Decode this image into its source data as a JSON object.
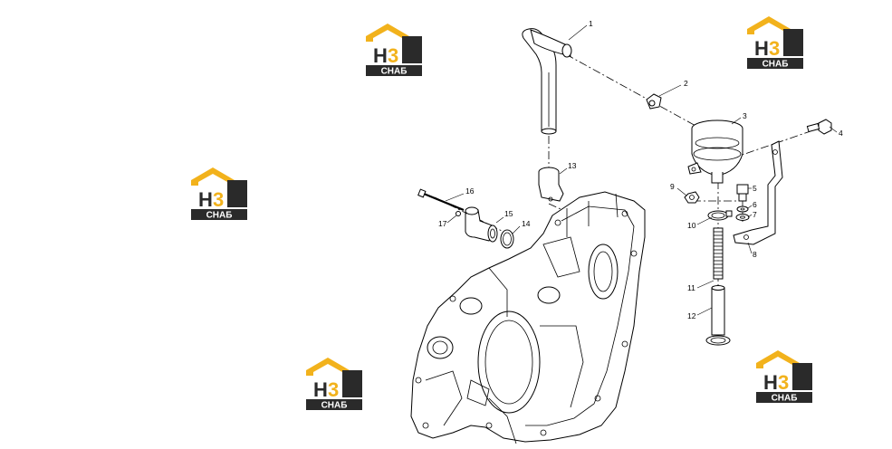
{
  "watermark": {
    "logo_letters_h": "H",
    "logo_letters_3": "3",
    "logo_caption": "СНАБ",
    "colors": {
      "gold": "#f2b21c",
      "dark": "#2a2a2a"
    }
  },
  "callouts": {
    "c1": "1",
    "c2": "2",
    "c3": "3",
    "c4": "4",
    "c5": "5",
    "c6": "6",
    "c7": "7",
    "c8": "8",
    "c9": "9",
    "c10": "10",
    "c11": "11",
    "c12": "12",
    "c13": "13",
    "c14": "14",
    "c15": "15",
    "c16": "16",
    "c17": "17"
  },
  "parts": [
    {
      "number": "1",
      "name": "breather-tube"
    },
    {
      "number": "2",
      "name": "clamp"
    },
    {
      "number": "3",
      "name": "breather-filter"
    },
    {
      "number": "4",
      "name": "bolt"
    },
    {
      "number": "5",
      "name": "bolt"
    },
    {
      "number": "6",
      "name": "washer"
    },
    {
      "number": "7",
      "name": "washer"
    },
    {
      "number": "8",
      "name": "bracket"
    },
    {
      "number": "9",
      "name": "nut"
    },
    {
      "number": "10",
      "name": "hose-clamp"
    },
    {
      "number": "11",
      "name": "corrugated-hose"
    },
    {
      "number": "12",
      "name": "tube-with-clamp"
    },
    {
      "number": "13",
      "name": "tube-clip"
    },
    {
      "number": "14",
      "name": "o-ring"
    },
    {
      "number": "15",
      "name": "elbow-fitting"
    },
    {
      "number": "16",
      "name": "long-bolt"
    },
    {
      "number": "17",
      "name": "washer"
    }
  ]
}
